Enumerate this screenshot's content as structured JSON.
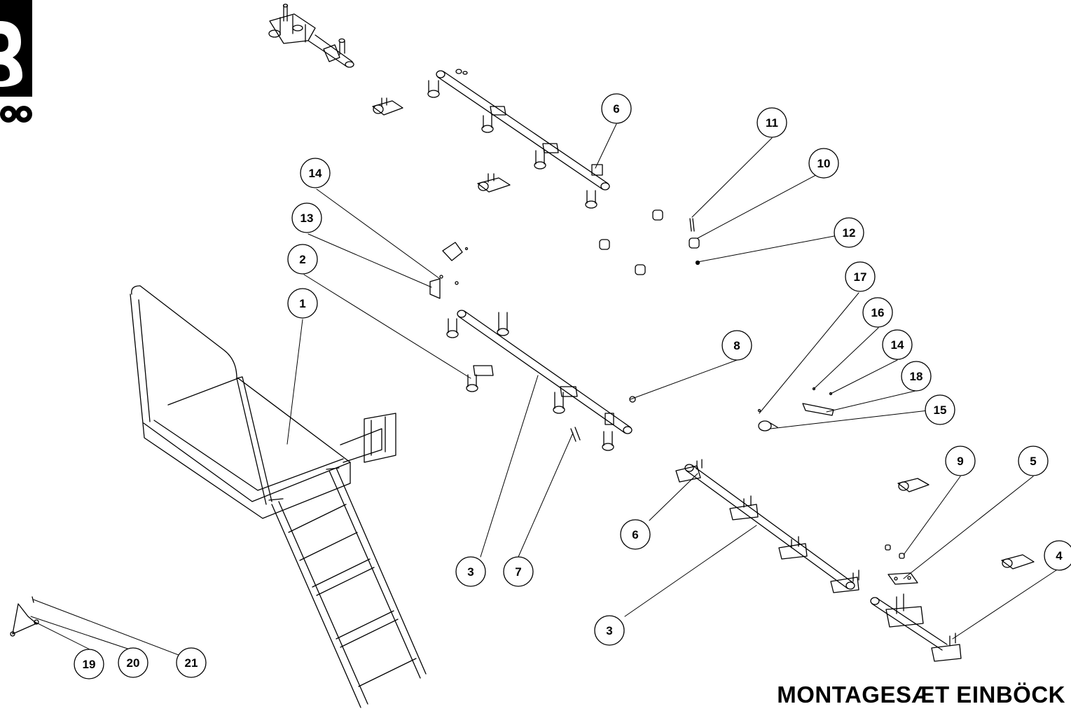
{
  "title": "MONTAGESÆT EINBÖCK",
  "brand": {
    "logo_icon": "brand-logo-icon"
  },
  "colors": {
    "line": "#000000",
    "background": "#ffffff"
  },
  "callouts": [
    {
      "id": "c6a",
      "label": "6"
    },
    {
      "id": "c11",
      "label": "11"
    },
    {
      "id": "c10",
      "label": "10"
    },
    {
      "id": "c14a",
      "label": "14"
    },
    {
      "id": "c13",
      "label": "13"
    },
    {
      "id": "c12",
      "label": "12"
    },
    {
      "id": "c2",
      "label": "2"
    },
    {
      "id": "c17",
      "label": "17"
    },
    {
      "id": "c1",
      "label": "1"
    },
    {
      "id": "c16",
      "label": "16"
    },
    {
      "id": "c8",
      "label": "8"
    },
    {
      "id": "c14b",
      "label": "14"
    },
    {
      "id": "c18",
      "label": "18"
    },
    {
      "id": "c15",
      "label": "15"
    },
    {
      "id": "c9",
      "label": "9"
    },
    {
      "id": "c5",
      "label": "5"
    },
    {
      "id": "c6b",
      "label": "6"
    },
    {
      "id": "c3a",
      "label": "3"
    },
    {
      "id": "c7",
      "label": "7"
    },
    {
      "id": "c4",
      "label": "4"
    },
    {
      "id": "c3b",
      "label": "3"
    },
    {
      "id": "c19",
      "label": "19"
    },
    {
      "id": "c20",
      "label": "20"
    },
    {
      "id": "c21",
      "label": "21"
    }
  ]
}
